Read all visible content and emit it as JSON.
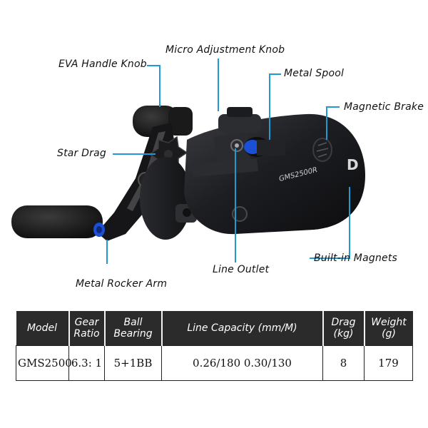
{
  "callouts": {
    "eva_handle_knob": "EVA Handle Knob",
    "micro_adjustment_knob": "Micro Adjustment Knob",
    "metal_spool": "Metal Spool",
    "magnetic_brake": "Magnetic Brake",
    "star_drag": "Star Drag",
    "built_in_magnets": "Built-in Magnets",
    "line_outlet": "Line Outlet",
    "metal_rocker_arm": "Metal Rocker Arm"
  },
  "reel": {
    "model_print": "GMS2500R",
    "brand_print": "D"
  },
  "table": {
    "headers": {
      "model": "Model",
      "gear_ratio_1": "Gear",
      "gear_ratio_2": "Ratio",
      "ball_bearing_1": "Ball",
      "ball_bearing_2": "Bearing",
      "line_capacity": "Line Capacity (mm/M)",
      "drag_1": "Drag",
      "drag_2": "(kg)",
      "weight_1": "Weight",
      "weight_2": "(g)"
    },
    "row": {
      "model": "GMS2500",
      "gear_ratio": "6.3: 1",
      "ball_bearing": "5+1BB",
      "line_capacity": "0.26/180 0.30/130",
      "drag": "8",
      "weight": "179"
    }
  },
  "colors": {
    "leader": "#1e9bd7",
    "header_bg": "#2b2b2b",
    "reel_body": "#1c1d20",
    "accent_blue": "#1a4fd6"
  }
}
